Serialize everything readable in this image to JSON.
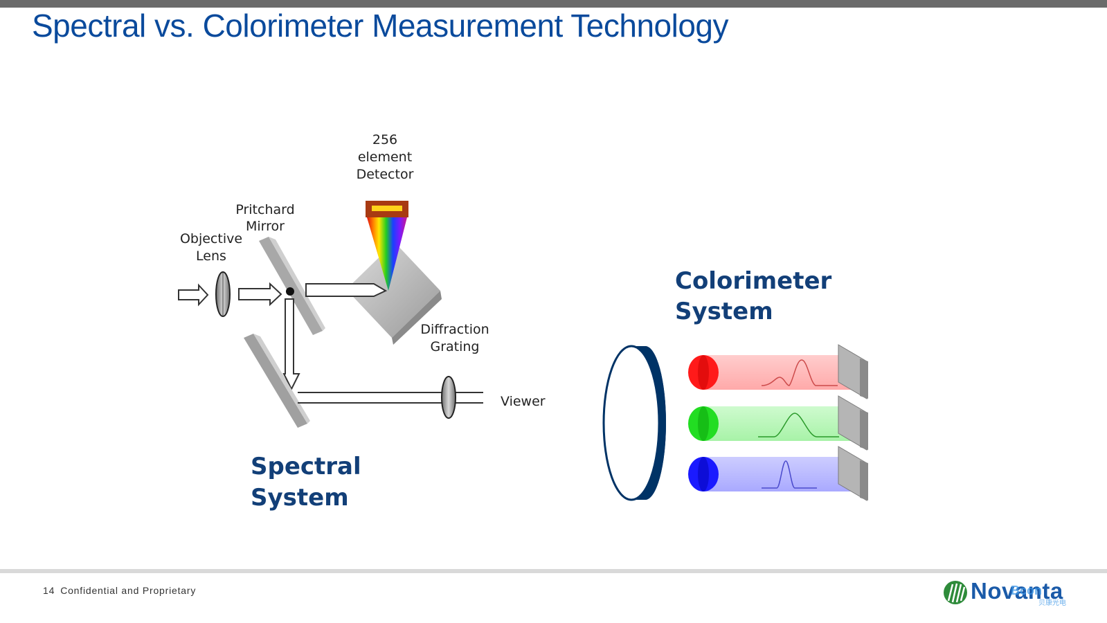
{
  "slide": {
    "title": "Spectral vs. Colorimeter Measurement Technology",
    "accent_color": "#0a4a9c"
  },
  "spectral_diagram": {
    "labels": {
      "detector_line1": "256",
      "detector_line2": "element",
      "detector_line3": "Detector",
      "mirror_line1": "Pritchard",
      "mirror_line2": "Mirror",
      "lens_line1": "Objective",
      "lens_line2": "Lens",
      "grating_line1": "Diffraction",
      "grating_line2": "Grating",
      "viewer": "Viewer"
    },
    "caption_line1": "Spectral",
    "caption_line2": "System",
    "caption_color": "#123f78"
  },
  "colorimeter_diagram": {
    "caption_line1": "Colorimeter",
    "caption_line2": "System",
    "caption_color": "#123f78",
    "lens_color": "#003366",
    "channels": [
      {
        "name": "red",
        "color": "#ff1a1a",
        "beam_color": "#ffb3b3"
      },
      {
        "name": "green",
        "color": "#22dd22",
        "beam_color": "#b3f7b3"
      },
      {
        "name": "blue",
        "color": "#1a1aff",
        "beam_color": "#b3b3ff"
      }
    ]
  },
  "footer": {
    "page_number": "14",
    "label": "Confidential and Proprietary",
    "logo_text": "Novanta",
    "logo_icon": "novanta-stripes-icon",
    "watermark": "Bcon",
    "watermark_sub": "贝康光电"
  }
}
